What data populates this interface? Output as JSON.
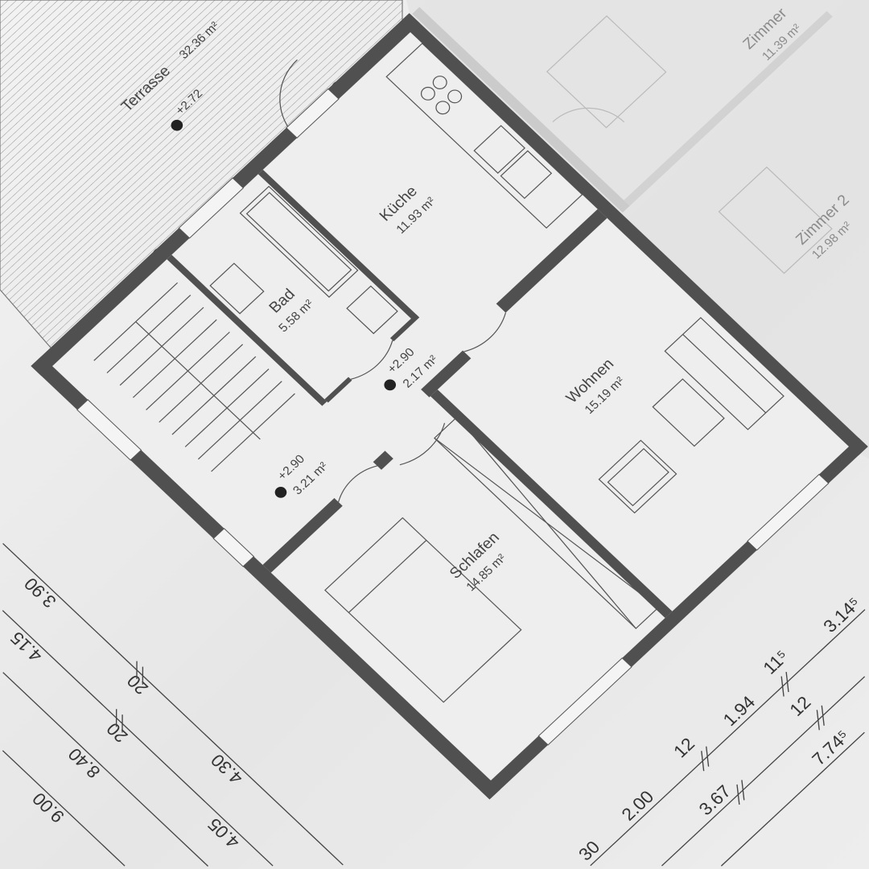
{
  "plan": {
    "rooms": {
      "terrace": {
        "name": "Terrasse",
        "area": "32.36 m²",
        "level": "+2.72"
      },
      "kitchen": {
        "name": "Küche",
        "area": "11.93 m²"
      },
      "bath": {
        "name": "Bad",
        "area": "5.58 m²"
      },
      "hall": {
        "level": "+2.90",
        "area": "2.17 m²"
      },
      "landing": {
        "level": "+2.90",
        "area": "3.21 m²"
      },
      "living": {
        "name": "Wohnen",
        "area": "15.19 m²"
      },
      "bedroom": {
        "name": "Schlafen",
        "area": "14.85 m²"
      },
      "neighbor_room_2": {
        "name": "Zimmer 2",
        "area": "12.98 m²"
      },
      "neighbor_room_1": {
        "name": "Zimmer",
        "area": "11.39 m²"
      }
    },
    "dimensions_left": {
      "row1": [
        "3.90",
        "20",
        "4.30"
      ],
      "row2": [
        "4.15",
        "20",
        "4.05"
      ],
      "row3": [
        "8.40"
      ],
      "row4": [
        "9.00"
      ]
    },
    "dimensions_bottom": {
      "rowA": [
        "30",
        "2.00",
        "12",
        "1.94",
        "11⁵",
        "3.14⁵"
      ],
      "rowB": [
        "3.67",
        "12"
      ],
      "rowC": [
        "7.74⁵"
      ]
    }
  },
  "colors": {
    "wall": "#505050",
    "paper": "#ececec",
    "line": "#555555"
  }
}
